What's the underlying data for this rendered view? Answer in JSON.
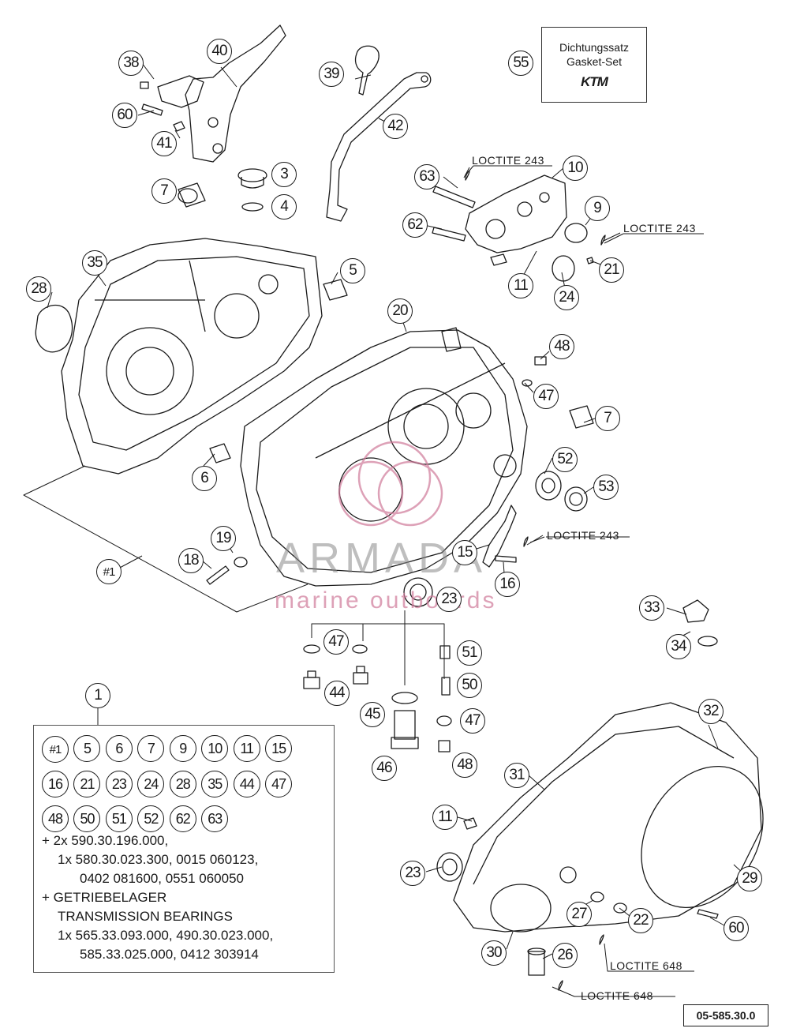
{
  "callouts": [
    "1",
    "3",
    "4",
    "5",
    "6",
    "7",
    "7",
    "9",
    "10",
    "11",
    "11",
    "15",
    "16",
    "18",
    "19",
    "20",
    "21",
    "22",
    "23",
    "23",
    "24",
    "26",
    "27",
    "28",
    "29",
    "30",
    "31",
    "32",
    "33",
    "34",
    "35",
    "38",
    "39",
    "40",
    "41",
    "42",
    "44",
    "45",
    "46",
    "47",
    "47",
    "47",
    "48",
    "48",
    "50",
    "51",
    "52",
    "53",
    "55",
    "60",
    "60",
    "62",
    "63",
    "#1"
  ],
  "loctite": [
    "LOCTITE 243",
    "LOCTITE 243",
    "LOCTITE 243",
    "LOCTITE 648",
    "LOCTITE 648"
  ],
  "kit": {
    "line1": "Dichtungssatz",
    "line2": "Gasket-Set",
    "logo": "KTM"
  },
  "legend": {
    "chips": [
      "#1",
      "5",
      "6",
      "7",
      "9",
      "10",
      "11",
      "15",
      "16",
      "21",
      "23",
      "24",
      "28",
      "35",
      "44",
      "47",
      "48",
      "50",
      "51",
      "52",
      "62",
      "63"
    ],
    "notes": [
      "+ 2x 590.30.196.000,",
      "1x 580.30.023.300, 0015 060123,",
      "0402 081600, 0551 060050",
      "+ GETRIEBELAGER",
      "TRANSMISSION BEARINGS",
      "1x 565.33.093.000, 490.30.023.000,",
      "585.33.025.000, 0412 303914"
    ]
  },
  "reference": "05-585.30.0",
  "watermark": {
    "name": "ARMADA",
    "sub": "marine outboards"
  },
  "colors": {
    "line": "#1a1a1a",
    "watermark_pink": "#d07a9a"
  }
}
